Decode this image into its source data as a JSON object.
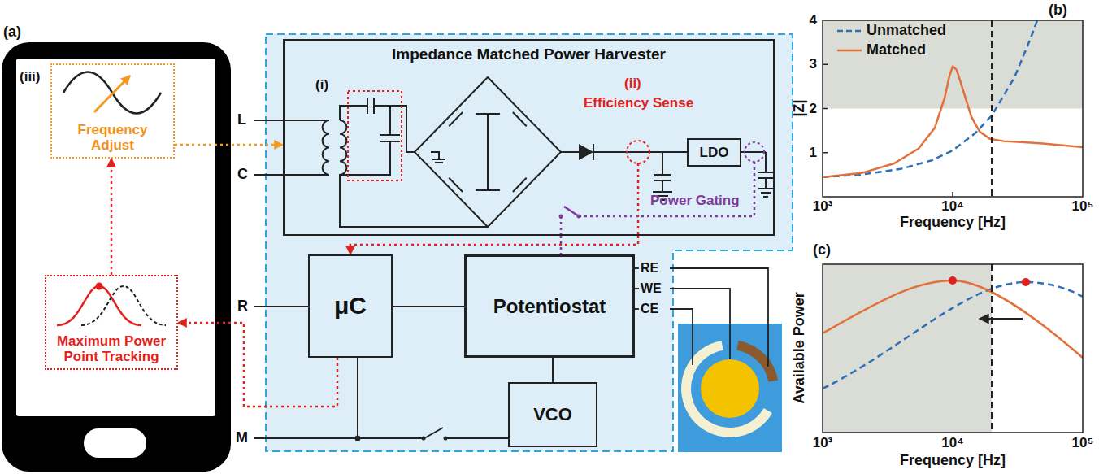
{
  "diagram": {
    "nodes": [
      {
        "text": [
          "Frequency Adjust"
        ]
      },
      {
        "text": [
          "Maximum Power Point Tracking"
        ]
      },
      {
        "text": [
          "Impedance Matched Power Harvester"
        ]
      },
      {
        "text": [
          "LDO"
        ],
        "in": 2
      },
      {
        "text": [
          "μC"
        ]
      },
      {
        "text": [
          "Potentiostat"
        ]
      },
      {
        "text": [
          "VCO"
        ]
      }
    ],
    "edges": [
      {
        "from": 1,
        "to": 0,
        "arrow": "to"
      },
      {
        "from": 0,
        "to": 2,
        "arrow": "to"
      },
      {
        "from": 2,
        "to": 4,
        "arrow": "to"
      },
      {
        "from": 2,
        "to": 5,
        "arrow": "none"
      },
      {
        "from": 4,
        "to": 1,
        "arrow": "to"
      },
      {
        "from": 4,
        "to": 5,
        "arrow": "none"
      },
      {
        "from": 5,
        "to": 6,
        "arrow": "none"
      }
    ],
    "labels": [
      "(a)",
      "(iii)",
      "L",
      "C",
      "R",
      "M",
      "(i)",
      "(ii)",
      "Efficiency Sense",
      "Power Gating",
      "RE",
      "WE",
      "CE",
      "(b)",
      "4",
      "3",
      "2",
      "1",
      "|Z|",
      "10³",
      "10⁴",
      "10⁵",
      "Frequency [Hz]",
      "(c)",
      "Available Power",
      "10³",
      "10⁴",
      "10⁵",
      "Frequency [Hz]"
    ],
    "legend": [
      {
        "text": "Unmatched"
      },
      {
        "text": "Matched"
      }
    ]
  }
}
